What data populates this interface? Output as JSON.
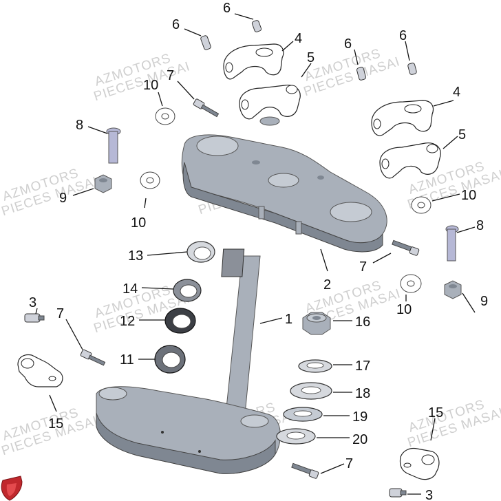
{
  "watermark": {
    "line1": "AZMOTORS",
    "line2": "PIECES MASAI"
  },
  "callouts": [
    {
      "id": "c6a",
      "label": "6"
    },
    {
      "id": "c6b",
      "label": "6"
    },
    {
      "id": "c6c",
      "label": "6"
    },
    {
      "id": "c6d",
      "label": "6"
    },
    {
      "id": "c4a",
      "label": "4"
    },
    {
      "id": "c4b",
      "label": "4"
    },
    {
      "id": "c5a",
      "label": "5"
    },
    {
      "id": "c5b",
      "label": "5"
    },
    {
      "id": "c7a",
      "label": "7"
    },
    {
      "id": "c7b",
      "label": "7"
    },
    {
      "id": "c7c",
      "label": "7"
    },
    {
      "id": "c7d",
      "label": "7"
    },
    {
      "id": "c8a",
      "label": "8"
    },
    {
      "id": "c8b",
      "label": "8"
    },
    {
      "id": "c9a",
      "label": "9"
    },
    {
      "id": "c9b",
      "label": "9"
    },
    {
      "id": "c10a",
      "label": "10"
    },
    {
      "id": "c10b",
      "label": "10"
    },
    {
      "id": "c10c",
      "label": "10"
    },
    {
      "id": "c10d",
      "label": "10"
    },
    {
      "id": "c13",
      "label": "13"
    },
    {
      "id": "c14",
      "label": "14"
    },
    {
      "id": "c12",
      "label": "12"
    },
    {
      "id": "c11",
      "label": "11"
    },
    {
      "id": "c1",
      "label": "1"
    },
    {
      "id": "c2",
      "label": "2"
    },
    {
      "id": "c3a",
      "label": "3"
    },
    {
      "id": "c3b",
      "label": "3"
    },
    {
      "id": "c15a",
      "label": "15"
    },
    {
      "id": "c15b",
      "label": "15"
    },
    {
      "id": "c16",
      "label": "16"
    },
    {
      "id": "c17",
      "label": "17"
    },
    {
      "id": "c18",
      "label": "18"
    },
    {
      "id": "c19",
      "label": "19"
    },
    {
      "id": "c20",
      "label": "20"
    }
  ],
  "colors": {
    "frame_grey": "#a9b0ba",
    "bolt_violet": "#b6b8d6",
    "logo_red": "#c0282d"
  },
  "logo_icon": "shield-logo-icon"
}
